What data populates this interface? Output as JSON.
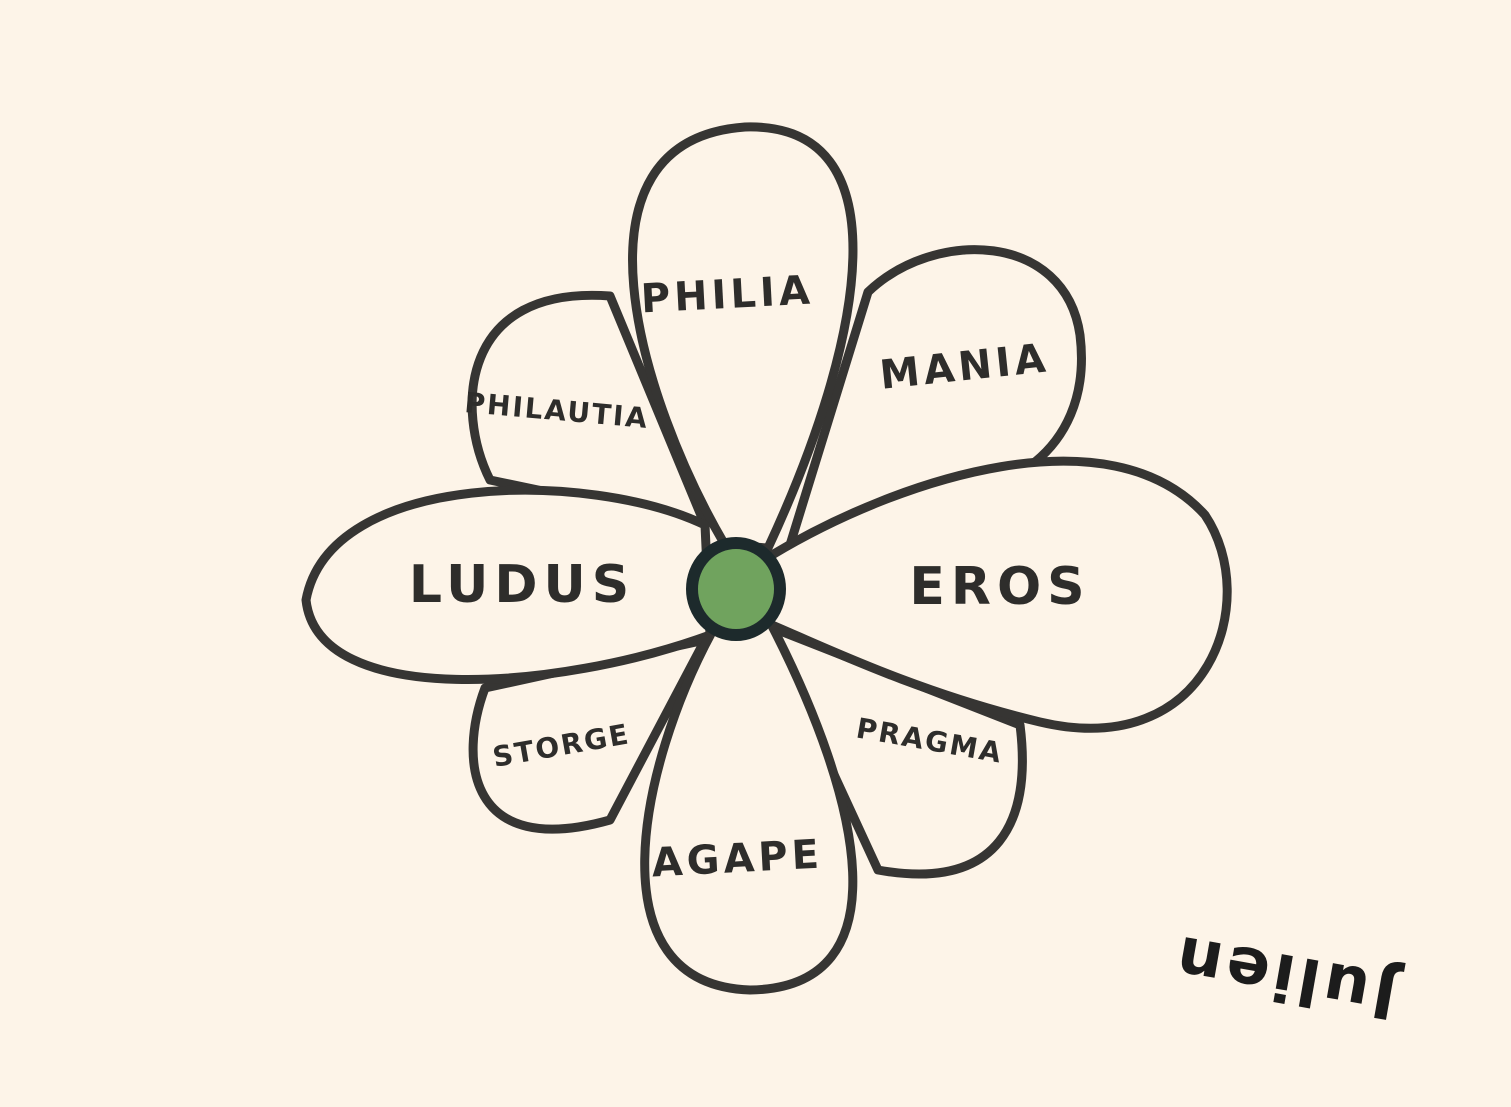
{
  "diagram": {
    "petals": {
      "philia": "PHILIA",
      "mania": "MANIA",
      "philautia": "PHILAUTIA",
      "ludus": "LUDUS",
      "eros": "EROS",
      "storge": "STORGE",
      "pragma": "PRAGMA",
      "agape": "AGAPE"
    },
    "signature": "Julien",
    "colors": {
      "background": "#fdf4e8",
      "outline": "#363533",
      "center_fill": "#70a35e",
      "center_ring": "#1d2a2c"
    }
  }
}
